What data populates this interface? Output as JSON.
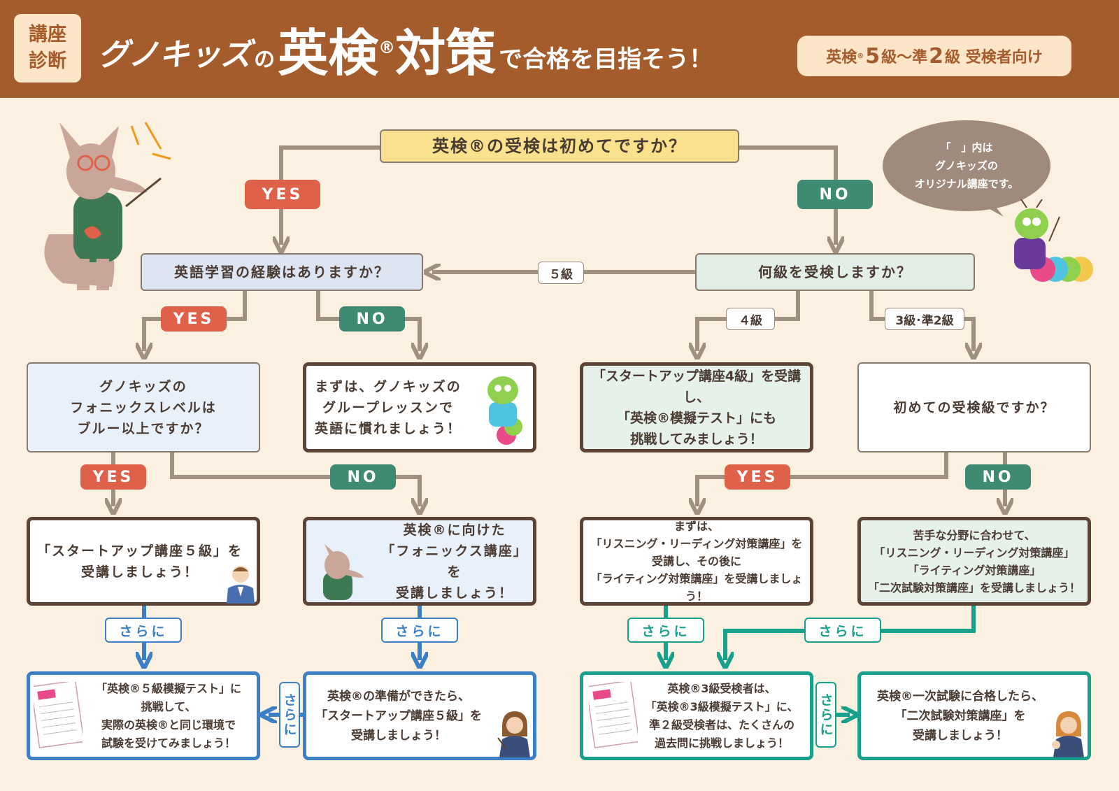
{
  "header": {
    "badge": [
      "講座",
      "診断"
    ],
    "title_part1": "グノキッズ",
    "title_part2": "の",
    "title_part3": "英検",
    "title_reg": "®",
    "title_part4": "対策",
    "title_part5": "で合格を目指そう！",
    "target_prefix": "英検",
    "target_reg": "®",
    "target_grade1": "5",
    "target_mid1": "級～準",
    "target_grade2": "2",
    "target_suffix": "級 受検者向け"
  },
  "bubble": {
    "lines": [
      "「　」内は",
      "グノキッズの",
      "オリジナル講座です。"
    ]
  },
  "questions": {
    "q1": [
      "英検®の受検は初めてですか？"
    ],
    "q2": [
      "英語学習の経験はありますか？"
    ],
    "q3": [
      "何級を受検しますか？"
    ],
    "q4": [
      "グノキッズの",
      "フォニックスレベルは",
      "ブルー以上ですか？"
    ],
    "q5": [
      "初めての受検級ですか？"
    ]
  },
  "answers": {
    "a_group": [
      "まずは、グノキッズの",
      "グループレッスンで",
      "英語に慣れましょう！"
    ],
    "a_start4": [
      "「スタートアップ講座4級」を受講し、",
      "「英検®模擬テスト」にも",
      "挑戦してみましょう！"
    ],
    "a_start5": [
      "「スタートアップ講座５級」を",
      "受講しましょう！"
    ],
    "a_phonics": [
      "英検®に向けた",
      "「フォニックス講座」を",
      "受講しましょう！"
    ],
    "a_listening_first": [
      "まずは、",
      "「リスニング・リーディング対策講座」を",
      "受講し、その後に",
      "「ライティング対策講座」を受講しましょう！"
    ],
    "a_weak": [
      "苦手な分野に合わせて、",
      "「リスニング・リーディング対策講座」",
      "「ライティング対策講座」",
      "「二次試験対策講座」を受講しましょう！"
    ],
    "a_mock5": [
      "「英検®５級模擬テスト」に",
      "挑戦して、",
      "実際の英検®と同じ環境で",
      "試験を受けてみましょう！"
    ],
    "a_prep5": [
      "英検®の準備ができたら、",
      "「スタートアップ講座５級」を",
      "受講しましょう！"
    ],
    "a_mock3": [
      "英検®3級受検者は、",
      "「英検®3級模擬テスト」に、",
      "準２級受検者は、たくさんの",
      "過去問に挑戦しましょう！"
    ],
    "a_second": [
      "英検®一次試験に合格したら、",
      "「二次試験対策講座」を",
      "受講しましょう！"
    ]
  },
  "labels": {
    "yes": "YES",
    "no": "NO",
    "grade5": "５級",
    "grade4": "４級",
    "grade3p2": "3級･準2級",
    "sarani": "さらに"
  },
  "colors": {
    "header_bg": "#a55c2d",
    "page_bg": "#fcf0e0",
    "yes": "#e0614a",
    "no": "#3e8a72",
    "blue": "#3d7fc4",
    "teal": "#19a08c",
    "brown_border": "#5e4436",
    "connector": "#a09080"
  },
  "icons": [
    "aardvark-mascot-teacher",
    "caterpillar-mascot",
    "teacher-man",
    "teacher-woman",
    "businesswoman",
    "mock-test-paper"
  ]
}
